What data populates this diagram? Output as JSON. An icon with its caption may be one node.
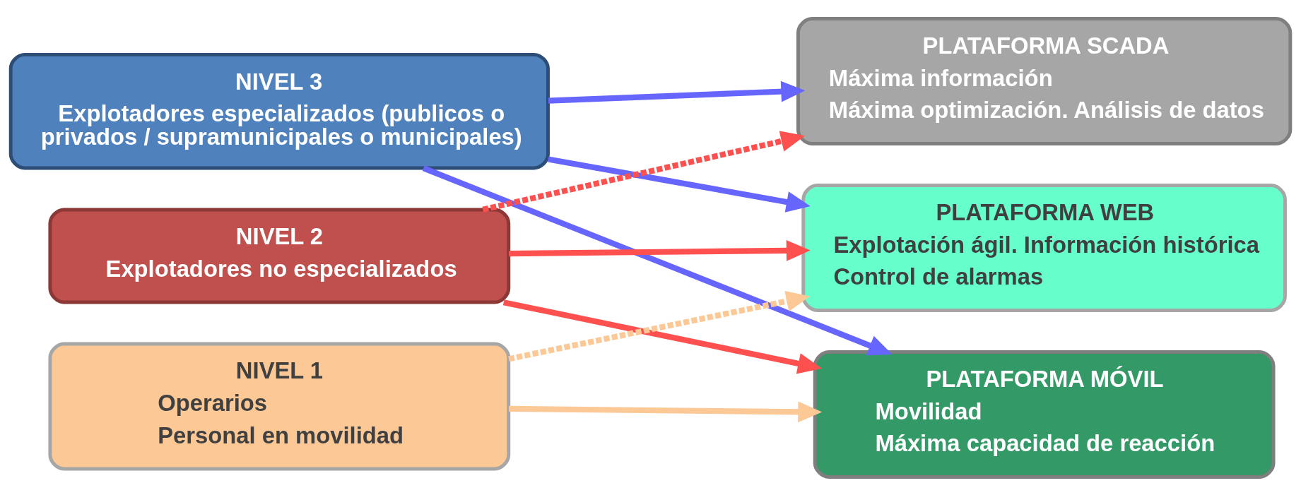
{
  "diagram": {
    "nodes": [
      {
        "text": [
          "NIVEL 3",
          "Explotadores especializados (publicos o privados / supramunicipales o municipales)"
        ]
      },
      {
        "text": [
          "NIVEL 2",
          "Explotadores no especializados"
        ]
      },
      {
        "text": [
          "NIVEL 1",
          "Operarios",
          "Personal en movilidad"
        ]
      },
      {
        "text": [
          "PLATAFORMA SCADA",
          "Máxima información",
          "Máxima optimización. Análisis de datos"
        ]
      },
      {
        "text": [
          "PLATAFORMA WEB",
          "Explotación ágil. Información histórica",
          "Control de alarmas"
        ]
      },
      {
        "text": [
          "PLATAFORMA MÓVIL",
          "Movilidad",
          "Máxima capacidad de reacción"
        ]
      }
    ],
    "edges": [
      {
        "from": 0,
        "to": 3,
        "arrow": "to",
        "color": "#6666ff"
      },
      {
        "from": 0,
        "to": 4,
        "arrow": "to",
        "color": "#6666ff"
      },
      {
        "from": 0,
        "to": 5,
        "arrow": "to",
        "color": "#6666ff"
      },
      {
        "from": 1,
        "to": 3,
        "arrow": "to",
        "style": "dashed",
        "color": "#ff5050"
      },
      {
        "from": 1,
        "to": 4,
        "arrow": "to",
        "color": "#ff5050"
      },
      {
        "from": 1,
        "to": 5,
        "arrow": "to",
        "color": "#ff5050"
      },
      {
        "from": 2,
        "to": 4,
        "arrow": "to",
        "style": "dashed",
        "color": "#fcc896"
      },
      {
        "from": 2,
        "to": 5,
        "arrow": "to",
        "color": "#fcc896"
      }
    ]
  }
}
